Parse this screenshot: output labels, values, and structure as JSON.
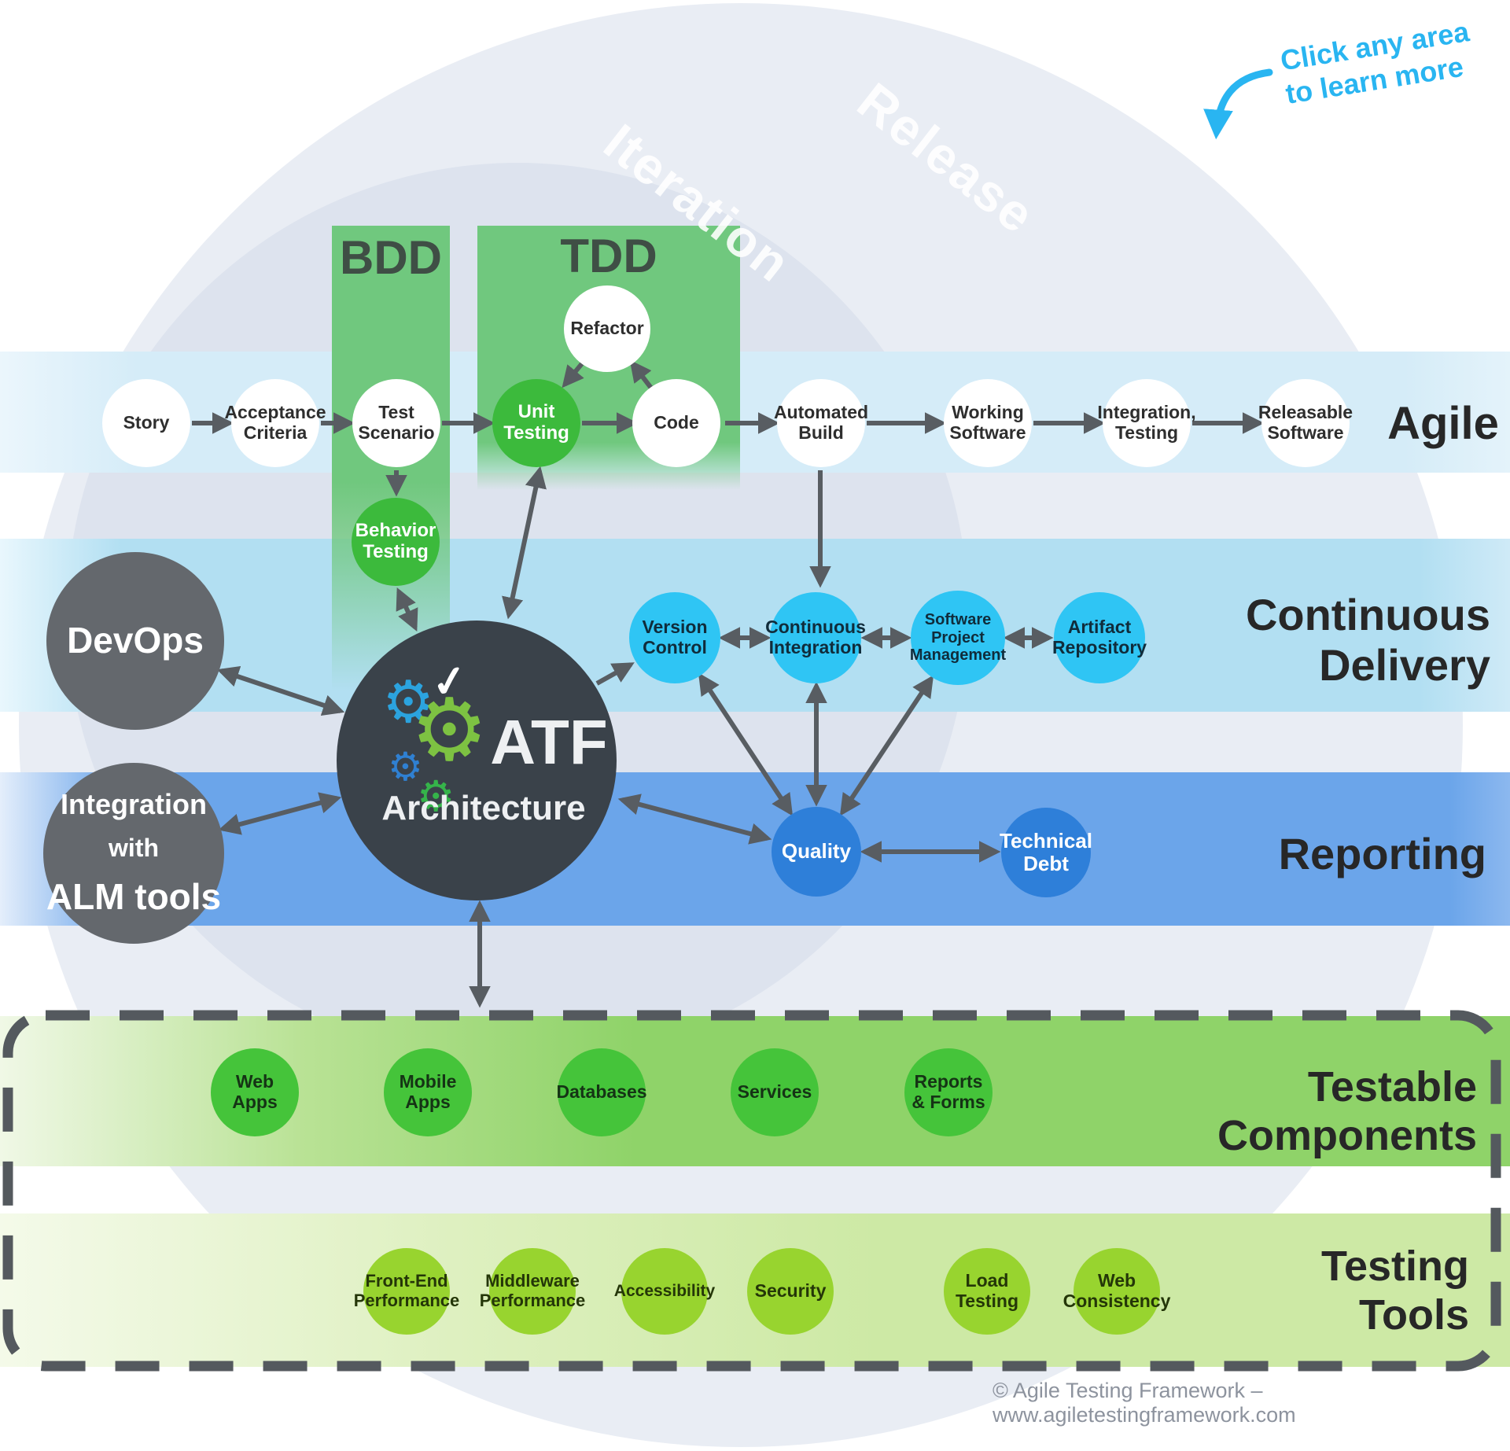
{
  "annotation": {
    "label": "Click any area\nto learn more"
  },
  "rings": {
    "outer_label": "Release",
    "inner_label": "Iteration"
  },
  "methodologies": {
    "bdd": "BDD",
    "tdd": "TDD"
  },
  "agile": {
    "row_label": "Agile",
    "flow": [
      "Story",
      "Acceptance\nCriteria",
      "Test\nScenario",
      "Unit\nTesting",
      "Code",
      "Automated\nBuild",
      "Working\nSoftware",
      "Integration,\nTesting",
      "Releasable\nSoftware"
    ],
    "refactor": "Refactor",
    "behavior_testing": "Behavior\nTesting"
  },
  "continuous_delivery": {
    "row_label": "Continuous\nDelivery",
    "nodes": [
      "Version\nControl",
      "Continuous\nIntegration",
      "Software\nProject\nManagement",
      "Artifact\nRepository"
    ]
  },
  "reporting": {
    "row_label": "Reporting",
    "nodes": [
      "Quality",
      "Technical\nDebt"
    ]
  },
  "integrations": {
    "devops": "DevOps",
    "alm_line1": "Integration",
    "alm_line2": "with",
    "alm_line3": "ALM tools"
  },
  "atf": {
    "title": "ATF",
    "subtitle": "Architecture"
  },
  "testable_components": {
    "row_label": "Testable\nComponents",
    "nodes": [
      "Web\nApps",
      "Mobile\nApps",
      "Databases",
      "Services",
      "Reports\n& Forms"
    ]
  },
  "testing_tools": {
    "row_label": "Testing\nTools",
    "nodes": [
      "Front-End\nPerformance",
      "Middleware\nPerformance",
      "Accessibility",
      "Security",
      "Load\nTesting",
      "Web\nConsistency"
    ]
  },
  "footer": {
    "copyright": "© Agile Testing Framework – www.agiletestingframework.com"
  },
  "colors": {
    "node_green": "#3cba3c",
    "node_cyan": "#2fc5f4",
    "node_blue": "#2e7fd9",
    "node_component_green": "#45c43a",
    "node_tool_lime": "#98d42f",
    "bar_green": "#70c87e",
    "band_agile": "#d5ecf8",
    "band_continuous_delivery": "#b2dff2",
    "band_reporting": "#6ba5ea",
    "band_testable": "#8fd369",
    "band_tools": "#cde9a5",
    "annotation_blue": "#29b5f1",
    "arrow_gray": "#585d62",
    "atf_dark": "#3a424a"
  }
}
